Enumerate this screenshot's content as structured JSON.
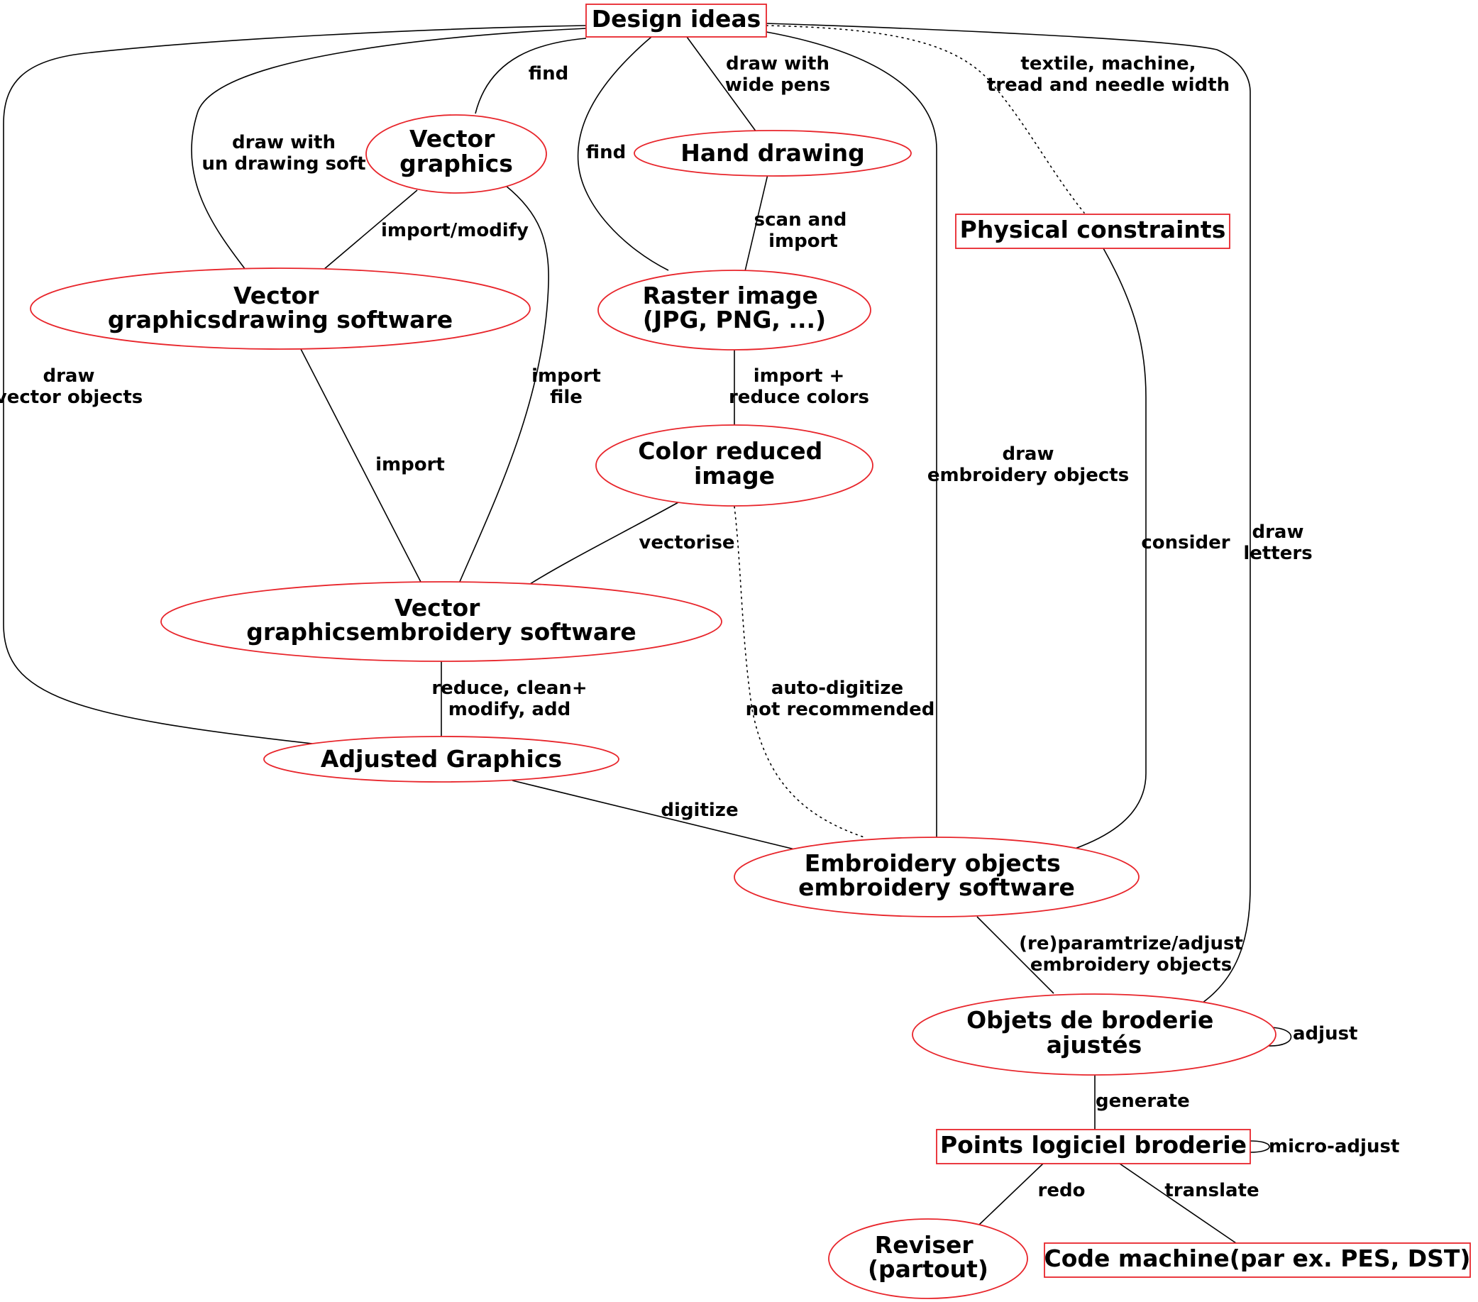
{
  "nodes": {
    "design_ideas": {
      "lines": [
        "Design ideas"
      ]
    },
    "vector_graphics": {
      "lines": [
        "Vector",
        "graphics"
      ]
    },
    "hand_drawing": {
      "lines": [
        "Hand drawing"
      ]
    },
    "physical_constraints": {
      "lines": [
        "Physical constraints"
      ]
    },
    "vector_drawing_software": {
      "lines": [
        "Vector",
        "graphicsdrawing software"
      ]
    },
    "raster_image": {
      "lines": [
        "Raster image",
        "(JPG, PNG, ...)"
      ]
    },
    "color_reduced_image": {
      "lines": [
        "Color reduced",
        "image"
      ]
    },
    "vector_embroidery_software": {
      "lines": [
        "Vector",
        "graphicsembroidery software"
      ]
    },
    "adjusted_graphics": {
      "lines": [
        "Adjusted Graphics"
      ]
    },
    "embroidery_objects": {
      "lines": [
        "Embroidery objects",
        "embroidery software"
      ]
    },
    "objets_ajustes": {
      "lines": [
        "Objets de broderie",
        "ajustés"
      ]
    },
    "points_logiciel": {
      "lines": [
        "Points logiciel broderie"
      ]
    },
    "reviser": {
      "lines": [
        "Reviser",
        "(partout)"
      ]
    },
    "code_machine": {
      "lines": [
        "Code machine(par ex. PES, DST)"
      ]
    }
  },
  "edge_labels": {
    "find_vector": [
      "find"
    ],
    "draw_wide_pens": [
      "draw with",
      "wide pens"
    ],
    "textile_constraints": [
      "textile, machine,",
      "tread and needle width"
    ],
    "draw_drawing_soft": [
      "draw with",
      "un drawing soft"
    ],
    "find_raster": [
      "find"
    ],
    "import_modify": [
      "import/modify"
    ],
    "scan_import": [
      "scan and",
      "import"
    ],
    "draw_vector_objects": [
      "draw",
      "vector objects"
    ],
    "import_file": [
      "import",
      "file"
    ],
    "import_reduce_colors": [
      "import +",
      "reduce colors"
    ],
    "import": [
      "import"
    ],
    "draw_embroidery_objects": [
      "draw",
      "embroidery objects"
    ],
    "consider": [
      "consider"
    ],
    "draw_letters": [
      "draw",
      "letters"
    ],
    "vectorise": [
      "vectorise"
    ],
    "reduce_clean": [
      "reduce, clean+",
      "modify, add"
    ],
    "auto_digitize": [
      "auto-digitize",
      "not recommended"
    ],
    "digitize": [
      "digitize"
    ],
    "reparametrize": [
      "(re)paramtrize/adjust",
      "embroidery objects"
    ],
    "adjust": [
      "adjust"
    ],
    "generate": [
      "generate"
    ],
    "micro_adjust": [
      "micro-adjust"
    ],
    "redo": [
      "redo"
    ],
    "translate": [
      "translate"
    ]
  }
}
